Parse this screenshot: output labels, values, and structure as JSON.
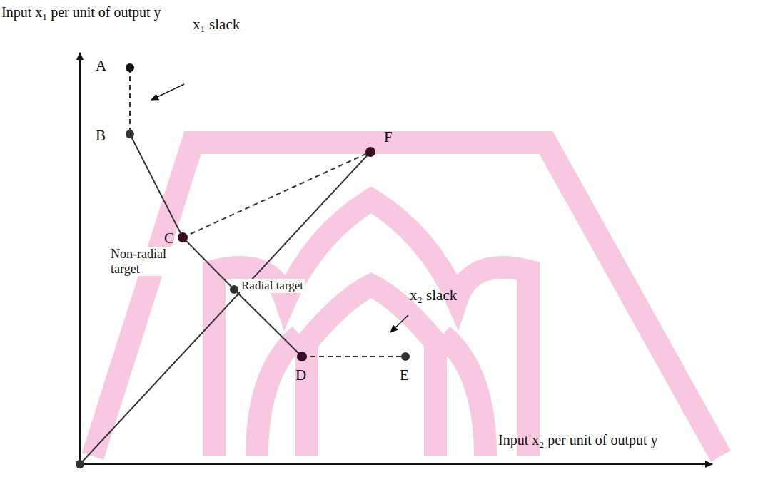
{
  "diagram": {
    "labels": [
      "Input x₁ per unit of output y",
      "A",
      "x₁ slack",
      "B",
      "F",
      "C",
      "Non-radial target",
      "Radial target",
      "x₂ slack",
      "D",
      "E",
      "Input x₂ per unit of output y"
    ]
  }
}
